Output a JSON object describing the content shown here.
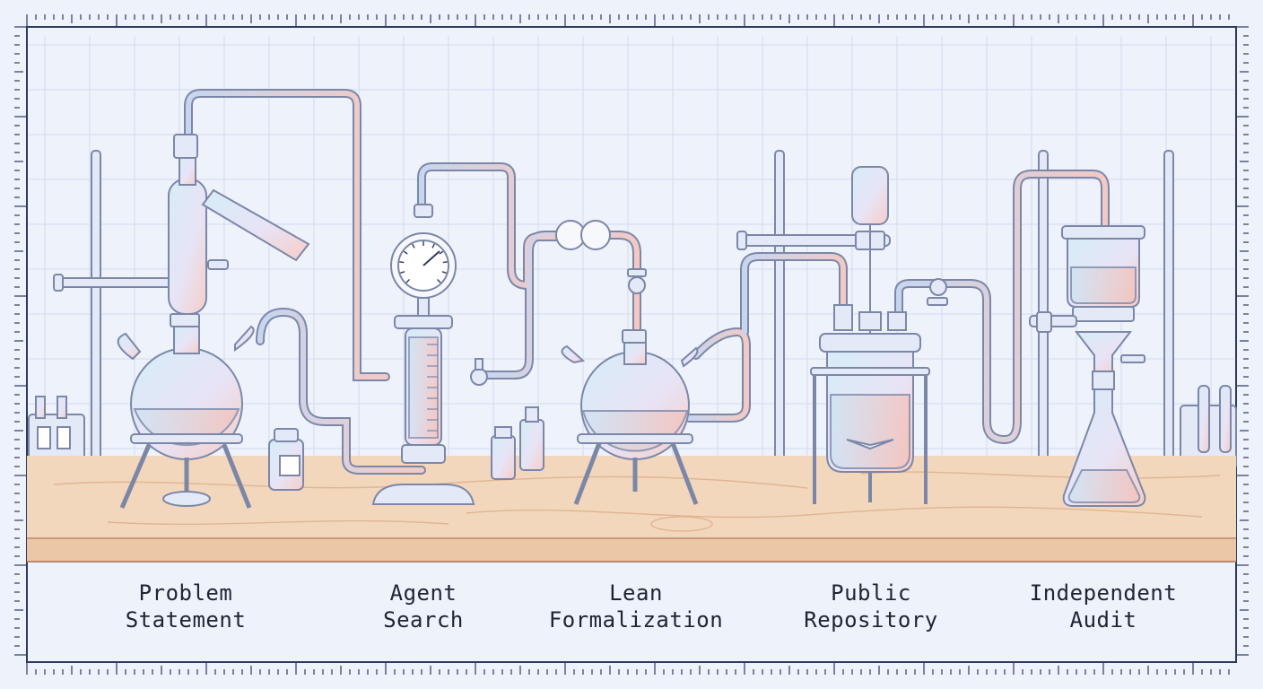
{
  "palette": {
    "background": "#eef2fb",
    "grid": "#c9d3ea",
    "frame": "#2e3a5c",
    "glass_outline": "#7c87a8",
    "glass_fill_blue": "#cfe3f5",
    "glass_fill_pink": "#f4cbc6",
    "bench_wood": "#f2d7bd",
    "bench_edge": "#e4b795",
    "label_text": "#1f2433"
  },
  "stages": [
    {
      "id": "problem-statement",
      "line1": "Problem",
      "line2": "Statement"
    },
    {
      "id": "agent-search",
      "line1": "Agent",
      "line2": "Search"
    },
    {
      "id": "lean-formalization",
      "line1": "Lean",
      "line2": "Formalization"
    },
    {
      "id": "public-repository",
      "line1": "Public",
      "line2": "Repository"
    },
    {
      "id": "independent-audit",
      "line1": "Independent",
      "line2": "Audit"
    }
  ]
}
